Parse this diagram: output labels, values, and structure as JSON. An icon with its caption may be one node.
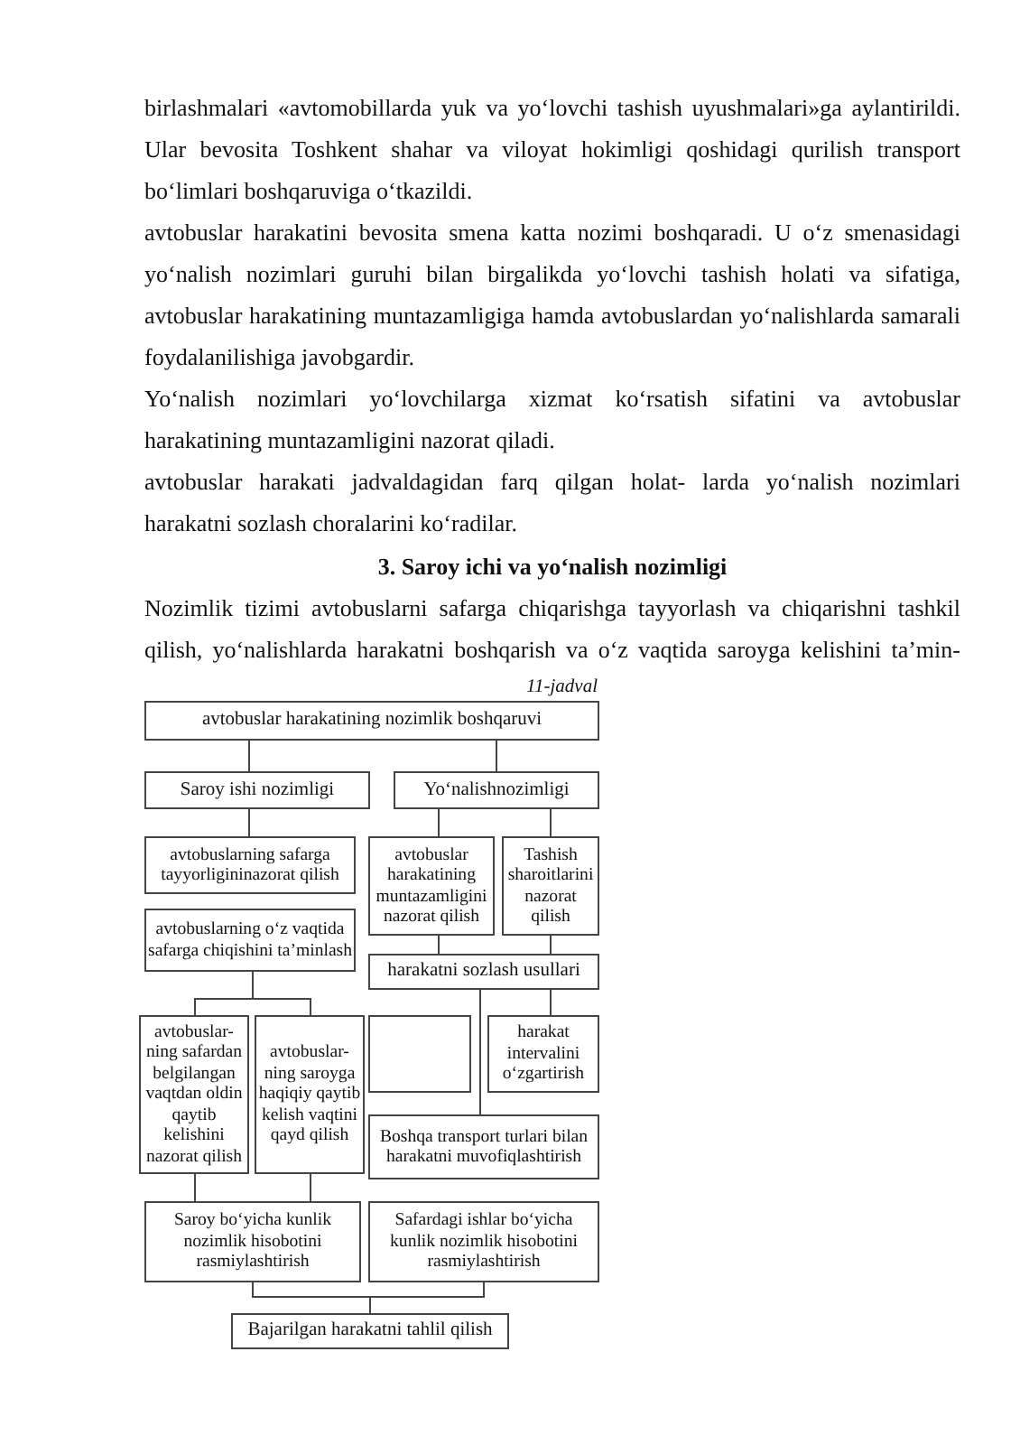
{
  "diagram": {
    "title": "3. Saroy ichi va yo‘nalish nozimligi",
    "nodes": [
      {
        "text": [
          "avtobuslar harakatining nozimlik boshqaruvi"
        ],
        "beside": [
          "11-jadval"
        ]
      },
      {
        "text": [
          "Saroy ishi nozimligi"
        ]
      },
      {
        "text": [
          "Yo‘nalishnozimligi"
        ]
      },
      {
        "text": [
          "avtobuslarning safarga tayyorligininazorat qilish"
        ]
      },
      {
        "text": [
          "avtobuslarning o‘z vaqtida safarga chiqishini ta’minlash"
        ]
      },
      {
        "text": [
          "avtobuslar harakatining muntazamligini nazorat qilish"
        ]
      },
      {
        "text": [
          "Tashish sharoitlarini nazorat qilish"
        ]
      },
      {
        "text": [
          "harakatni sozlash usullari"
        ]
      },
      {
        "text": [
          "avtobuslar- ning safardan belgilangan vaqtdan oldin qaytib kelishini nazorat qilish"
        ]
      },
      {
        "text": [
          "avtobuslar- ning saroyga haqiqiy qaytib kelish vaqtini qayd qilish"
        ]
      },
      {
        "text": [],
        "shape": "box"
      },
      {
        "text": [
          "harakat intervalini o‘zgartirish"
        ]
      },
      {
        "text": [
          "Boshqa transport turlari bilan harakatni muvofiqlashtirish"
        ]
      },
      {
        "text": [
          "Saroy bo‘yicha kunlik nozimlik hisobotini rasmiylashtirish"
        ]
      },
      {
        "text": [
          "Safardagi ishlar bo‘yicha kunlik nozimlik hisobotini rasmiylashtirish"
        ]
      },
      {
        "text": [
          "Bajarilgan harakatni tahlil qilish"
        ]
      }
    ],
    "edges": [
      {
        "from": 0,
        "to": 1,
        "arrow": "none"
      },
      {
        "from": 0,
        "to": 2,
        "arrow": "none"
      },
      {
        "from": 1,
        "to": 3,
        "arrow": "none"
      },
      {
        "from": 2,
        "to": 5,
        "arrow": "none"
      },
      {
        "from": 2,
        "to": 6,
        "arrow": "none"
      },
      {
        "from": 5,
        "to": 7,
        "arrow": "none"
      },
      {
        "from": 6,
        "to": 7,
        "arrow": "none"
      },
      {
        "from": 4,
        "to": 8,
        "arrow": "none"
      },
      {
        "from": 4,
        "to": 9,
        "arrow": "none"
      },
      {
        "from": 7,
        "to": 11,
        "arrow": "none"
      },
      {
        "from": 7,
        "to": 12,
        "arrow": "none"
      },
      {
        "from": 8,
        "to": 13,
        "arrow": "none"
      },
      {
        "from": 9,
        "to": 13,
        "arrow": "none"
      },
      {
        "from": 13,
        "to": 15,
        "arrow": "none"
      },
      {
        "from": 14,
        "to": 15,
        "arrow": "none"
      }
    ],
    "labels": [
      "birlashmalari «avtomobillarda yuk va yo‘lovchi tashish uyushmalari»ga aylantirildi. Ular bevosita Toshkent shahar va viloyat hokimligi qoshidagi qurilish transport bo‘limlari boshqaruviga o‘tkazildi.",
      "avtobuslar harakatini bevosita smena katta nozimi boshqaradi. U o‘z smenasidagi yo‘nalish nozimlari guruhi bilan birgalikda yo‘lovchi tashish holati va sifatiga, avtobuslar harakatining muntazamligiga hamda avtobuslardan yo‘nalishlarda samarali foydalanilishiga javobgardir.",
      "Yo‘nalish nozimlari yo‘lovchilarga xizmat ko‘rsatish sifatini va avtobuslar harakatining muntazamligini nazorat qiladi.",
      "avtobuslar harakati jadvaldagidan farq qilgan holat- larda yo‘nalish nozimlari harakatni sozlash choralarini ko‘radilar.",
      "Nozimlik tizimi avtobuslarni safarga chiqarishga tayyorlash va chiqarishni tashkil qilish, yo‘nalishlarda harakatni boshqarish va o‘z vaqtida saroyga kelishini ta’min-"
    ]
  }
}
